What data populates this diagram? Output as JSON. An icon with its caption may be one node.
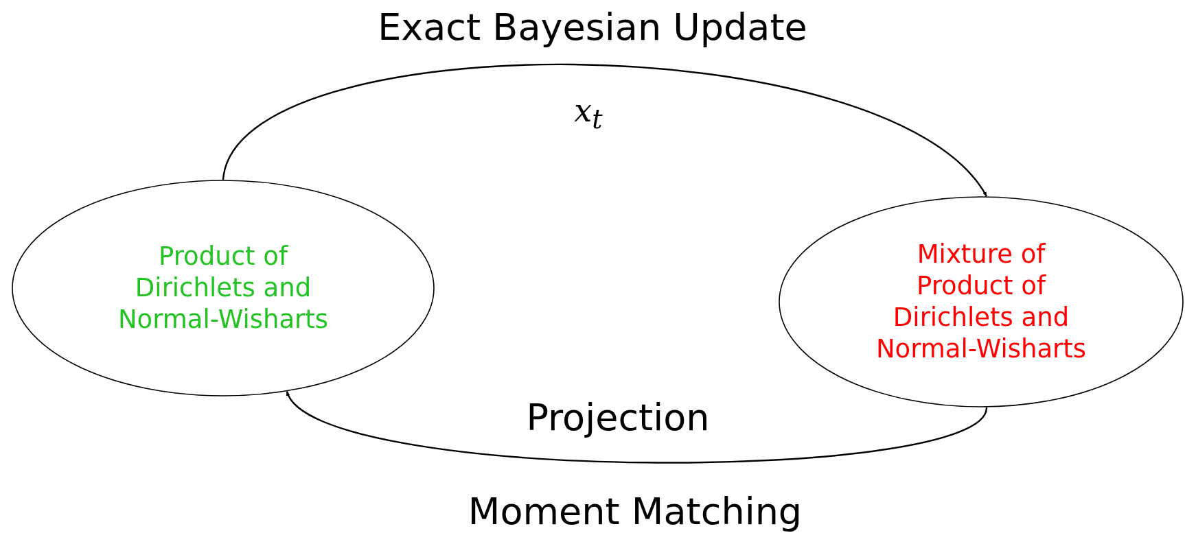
{
  "diagram": {
    "title": "Exact Bayesian Update",
    "nodes": [
      {
        "text": [
          "Product of Dirichlets and Normal-Wisharts"
        ]
      },
      {
        "text": [
          "Mixture of Product of Dirichlets and Normal-Wisharts"
        ]
      }
    ],
    "edges": [
      {
        "from": 0,
        "to": 1,
        "arrow": "to",
        "label": "x$_{t}$"
      },
      {
        "from": 1,
        "to": 0,
        "arrow": "to",
        "label": "Projection"
      }
    ],
    "labels": [
      "Moment Matching"
    ]
  }
}
